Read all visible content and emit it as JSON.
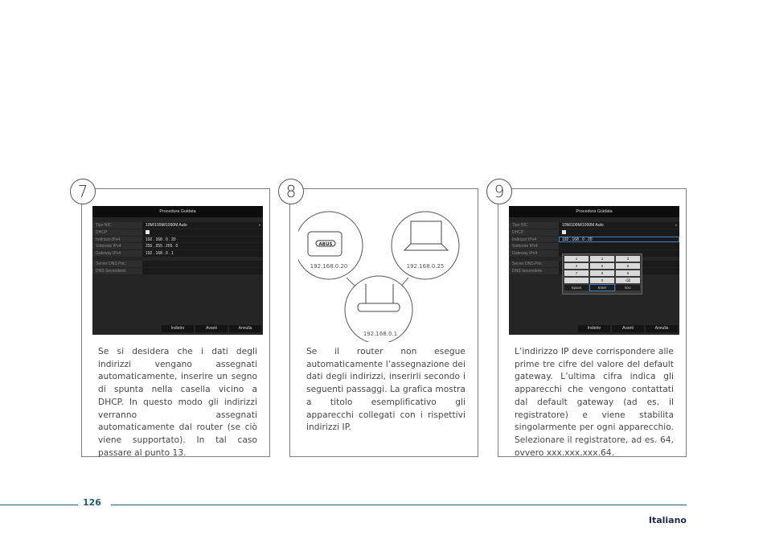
{
  "steps": [
    {
      "number": "7",
      "text": "Se si desidera che i dati degli indirizzi vengano assegnati automaticamente, inserire un segno di spunta nella casella vicino a DHCP. In questo modo gli indirizzi verranno assegnati automaticamente dal router (se ciò viene supportato). In tal caso passare al punto 13.",
      "screen": {
        "title": "Procedura Guidata",
        "rows": [
          {
            "label": "Tipo NIC",
            "value": "10M/100M/1000M Auto"
          },
          {
            "label": "DHCP",
            "value": ""
          },
          {
            "label": "Indirizzo IPv4",
            "value": "192 . 168 . 0 . 20"
          },
          {
            "label": "Sottorete IPv4",
            "value": "255 . 255 . 255 . 0"
          },
          {
            "label": "Gateway IPv4",
            "value": "192 . 168 . 0 . 1"
          },
          {
            "label": "Server DNS Pric.",
            "value": ""
          },
          {
            "label": "DNS Secondario",
            "value": ""
          }
        ],
        "buttons": [
          "Indietro",
          "Avanti",
          "Annulla"
        ]
      }
    },
    {
      "number": "8",
      "text": "Se il router non esegue automaticamente l’assegnazione dei dati degli indirizzi, inserirli secondo i seguenti passaggi. La grafica mostra a titolo esemplificativo gli apparecchi collegati con i rispettivi indirizzi IP.",
      "diagram": {
        "recorder_logo": "ABUS",
        "recorder_ip": "192.168.0.20",
        "laptop_ip": "192.168.0.25",
        "router_ip": "192.168.0.1"
      }
    },
    {
      "number": "9",
      "text": "L’indirizzo IP deve corrispondere alle prime tre cifre del valore del default gateway. L’ultima cifra indica gli apparecchi che vengono contattati dal default gateway (ad es. il registratore) e viene stabilita singolarmente per ogni apparecchio. Selezionare il registratore, ad es. 64, ovvero xxx.xxx.xxx.64.",
      "screen": {
        "title": "Procedura Guidata",
        "rows": [
          {
            "label": "Tipo NIC",
            "value": "10M/100M/1000M Auto"
          },
          {
            "label": "DHCP",
            "value": ""
          },
          {
            "label": "Indirizzo IPv4",
            "value": "192 . 168 . 0 . 20"
          },
          {
            "label": "Sottorete IPv4",
            "value": ""
          },
          {
            "label": "Gateway IPv4",
            "value": ""
          },
          {
            "label": "Server DNS Pric.",
            "value": ""
          },
          {
            "label": "DNS Secondario",
            "value": ""
          }
        ],
        "keypad": {
          "keys": [
            "1",
            "2",
            "3",
            "4",
            "5",
            "6",
            "7",
            "8",
            "9",
            ".",
            "0",
            "⌫"
          ],
          "bottom": [
            "Space",
            "Enter",
            "Esc"
          ]
        },
        "buttons": [
          "Indietro",
          "Avanti",
          "Annulla"
        ]
      }
    }
  ],
  "footer": {
    "page_number": "126",
    "language": "Italiano"
  },
  "colors": {
    "accent": "#1e5d73",
    "border": "#7d7d7d",
    "screen_bg": "#252525"
  }
}
